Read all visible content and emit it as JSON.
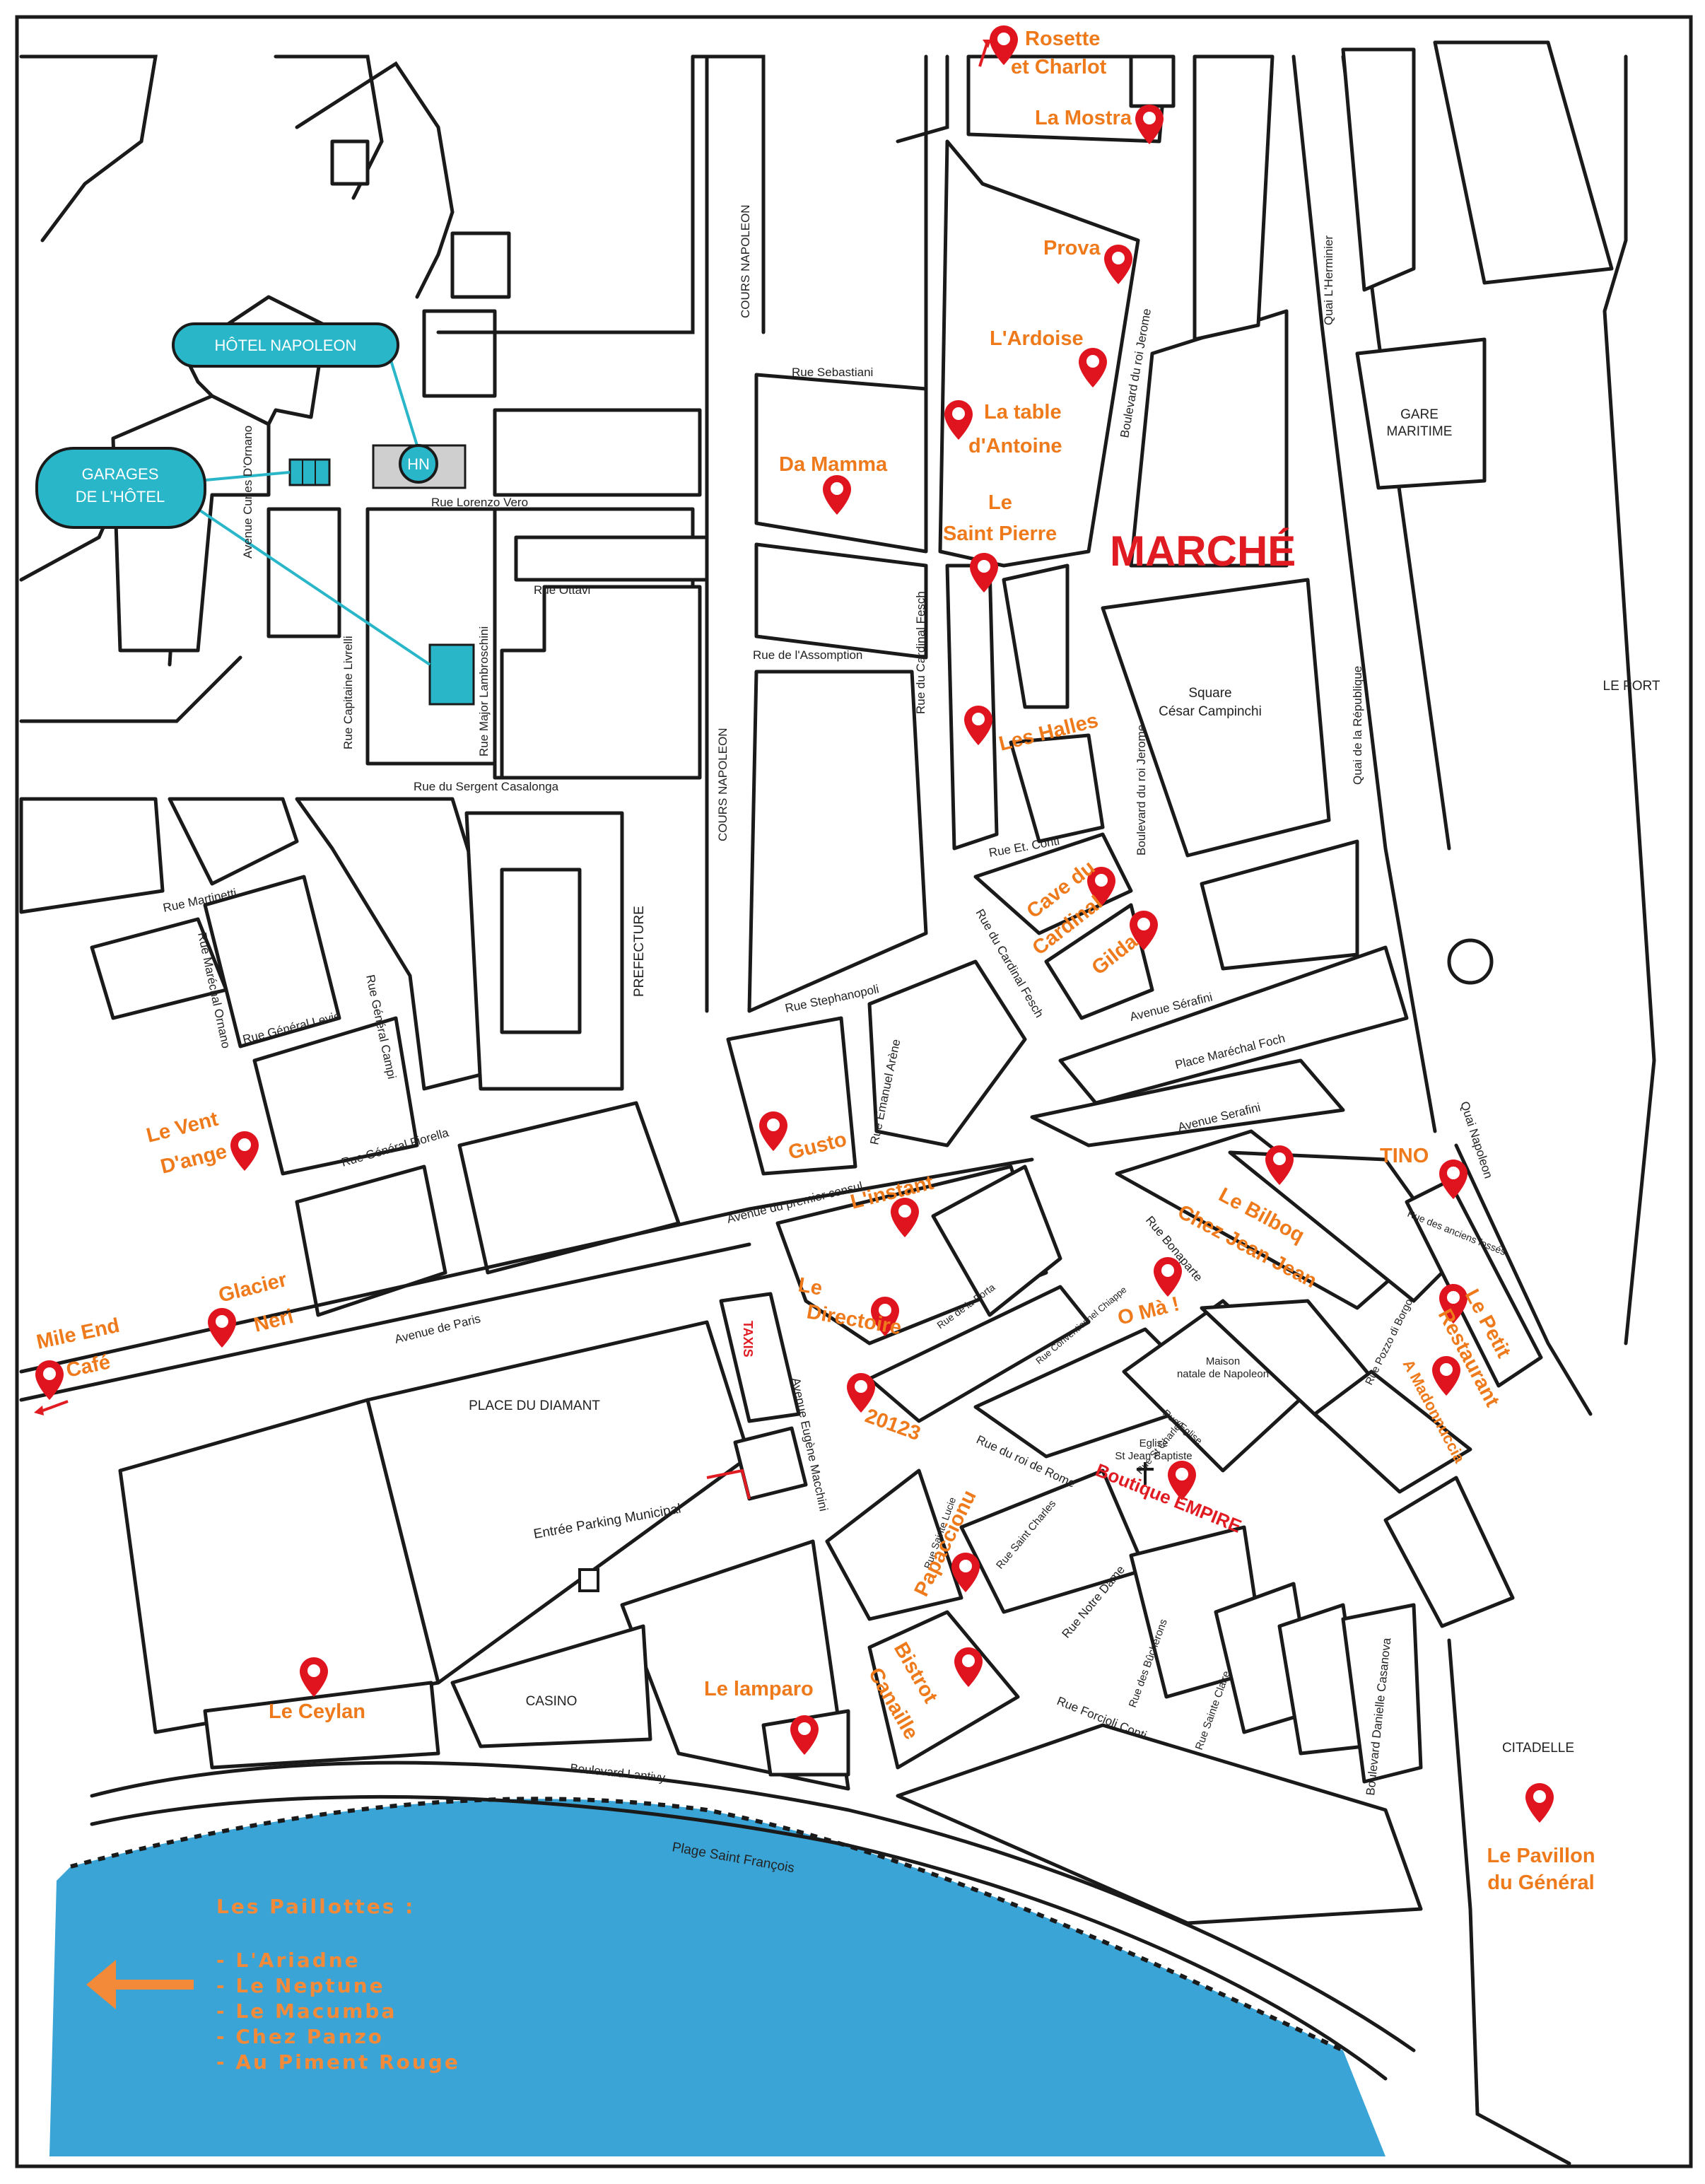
{
  "colors": {
    "restaurant": "#ee7a1c",
    "pin": "#e0141e",
    "accent_red": "#e01b22",
    "hotel_teal": "#29b6c8",
    "sea": "#3aa4d6",
    "paillottes_text": "#f28a3a"
  },
  "hotel": {
    "name": "HÔTEL NAPOLEON",
    "badge": "HN",
    "garages": [
      "GARAGES",
      "DE L'HÔTEL"
    ]
  },
  "districts": {
    "marche": "MARCHÉ"
  },
  "streets": {
    "rue_sebastiani": "Rue Sebastiani",
    "rue_lorenzo_vero": "Rue Lorenzo Vero",
    "rue_ottavi": "Rue Ottavi",
    "rue_assomption": "Rue de l'Assomption",
    "rue_sergent": "Rue du Sergent Casalonga",
    "cours_napoleon_top": "COURS NAPOLEON",
    "cours_napoleon_mid": "COURS NAPOLEON",
    "rue_cardinal_fesch": "Rue du Cardinal Fesch",
    "rue_cardinal_fesch2": "Rue du Cardinal Fesch",
    "bd_roi_jerome": "Boulevard du roi Jerome",
    "bd_roi_jerome2": "Boulevard du roi Jerome",
    "quai_herminier": "Quai L'Herminier",
    "quai_republique": "Quai de la République",
    "avenue_cunes": "Avenue Cunes D'Ornano",
    "rue_capitaine": "Rue Capitaine Livrelli",
    "rue_major": "Rue Major Lambroschini",
    "rue_martinetti": "Rue Martinetti",
    "rue_marechal_ornano": "Rue Maréchal Ornano",
    "rue_general_levie": "Rue Général Levie",
    "rue_general_campi": "Rue Général Campi",
    "rue_general_fiorella": "Rue Général Fiorella",
    "rue_et_conti": "Rue Et. Conti",
    "rue_stephanopoli": "Rue Stephanopoli",
    "rue_emanuel_arene": "Rue Emanuel Arène",
    "avenue_serafini": "Avenue Sérafini",
    "avenue_serafini2": "Avenue Serafini",
    "place_marechal_foch": "Place Maréchal Foch",
    "quai_napoleon": "Quai Napoleon",
    "rue_anciens_fosses": "Rue des anciens fossés",
    "avenue_premier_consul": "Avenue du premier consul",
    "rue_bonaparte": "Rue Bonaparte",
    "rue_de_la_porta": "Rue de la Porta",
    "rue_forcioli": "Rue Forcioli Conti",
    "rue_roi_de_rome": "Rue du roi de Rome",
    "avenue_paris": "Avenue de Paris",
    "avenue_eugene": "Avenue Eugène Macchini",
    "rue_notre_dame": "Rue Notre Dame",
    "rue_saint_charles": "Rue Saint Charles",
    "rue_bucherons": "Rue des Bûcherons",
    "rue_sainte_claire": "Rue Sainte Claire",
    "rue_pozzo": "Rue Pozzo di Borgo",
    "bd_danielle": "Boulevard Danielle Casanova",
    "bd_lantivy": "Boulevard Lantivy",
    "rue_saint_lucie": "Rue Sainte Lucie",
    "rue_conventionnel": "Rue Conventionnel Chiappe",
    "rue_eglise": "Rue Eglise",
    "rue_emanuel_saint": "Rue St Charles"
  },
  "places": {
    "gare": [
      "GARE",
      "MARITIME"
    ],
    "le_port": "LE PORT",
    "square": [
      "Square",
      "César Campinchi"
    ],
    "prefecture": "PREFECTURE",
    "place_diamant": "PLACE DU DIAMANT",
    "parking": "Entrée Parking Municipal",
    "casino": "CASINO",
    "plage": "Plage Saint François",
    "citadelle": "CITADELLE",
    "maison": [
      "Maison",
      "natale de Napoleon"
    ],
    "eglise": [
      "Eglise",
      "St Jean Baptiste"
    ],
    "taxis": "TAXIS"
  },
  "restaurants": {
    "rosette": [
      "Rosette",
      "et Charlot"
    ],
    "la_mostra": "La Mostra",
    "prova": "Prova",
    "ardoise": "L'Ardoise",
    "table_antoine": [
      "La table",
      "d'Antoine"
    ],
    "da_mamma": "Da Mamma",
    "saint_pierre": [
      "Le",
      "Saint Pierre"
    ],
    "les_halles": "Les Halles",
    "cave_cardinal": [
      "Cave du",
      "Cardinal"
    ],
    "gilda": "Gilda",
    "gusto": "Gusto",
    "vent_ange": [
      "Le Vent",
      "D'ange"
    ],
    "glacier": [
      "Glacier",
      "Neri"
    ],
    "mile_end": [
      "Mile End",
      "Café"
    ],
    "instant": "L'instant",
    "directoire": [
      "Le",
      "Directoire"
    ],
    "bilboq": [
      "Le Bilboq",
      "Chez Jean Jean"
    ],
    "tino": "TINO",
    "o_ma": "O Mà !",
    "petit_resto": [
      "Le Petit",
      "Restaurant"
    ],
    "madonnuccia": "A Madonnuccia",
    "r20123": "20123",
    "boutique": "Boutique EMPIRE",
    "papaccionu": "Papaccionu",
    "bistrot": [
      "Bistrot",
      "Canaille"
    ],
    "ceylan": "Le Ceylan",
    "lamparo": "Le lamparo",
    "pavillon": [
      "Le Pavillon",
      "du Général"
    ]
  },
  "paillottes": {
    "title": "Les Paillottes :",
    "items": [
      "- L'Ariadne",
      "- Le Neptune",
      "- Le Macumba",
      "- Chez Panzo",
      "- Au Piment Rouge"
    ]
  }
}
